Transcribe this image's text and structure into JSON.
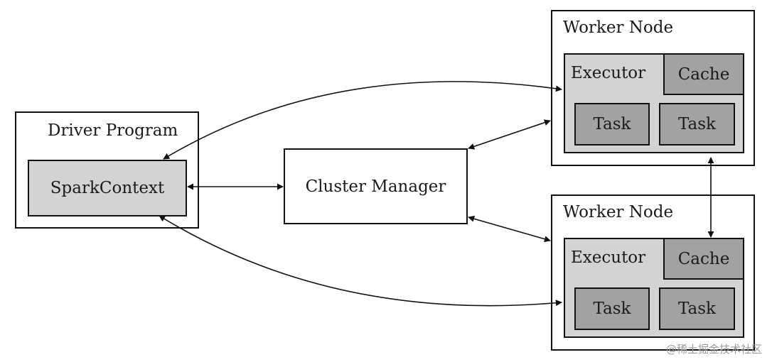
{
  "driver": {
    "title": "Driver Program",
    "context": "SparkContext"
  },
  "cluster_manager": {
    "label": "Cluster Manager"
  },
  "workers": [
    {
      "title": "Worker Node",
      "executor": "Executor",
      "cache": "Cache",
      "tasks": [
        "Task",
        "Task"
      ]
    },
    {
      "title": "Worker Node",
      "executor": "Executor",
      "cache": "Cache",
      "tasks": [
        "Task",
        "Task"
      ]
    }
  ],
  "watermark": "@稀土掘金技术社区",
  "colors": {
    "outer_fill": "#ffffff",
    "inner_fill": "#d3d3d5",
    "dark_fill": "#a2a2a4",
    "border": "#111111"
  }
}
